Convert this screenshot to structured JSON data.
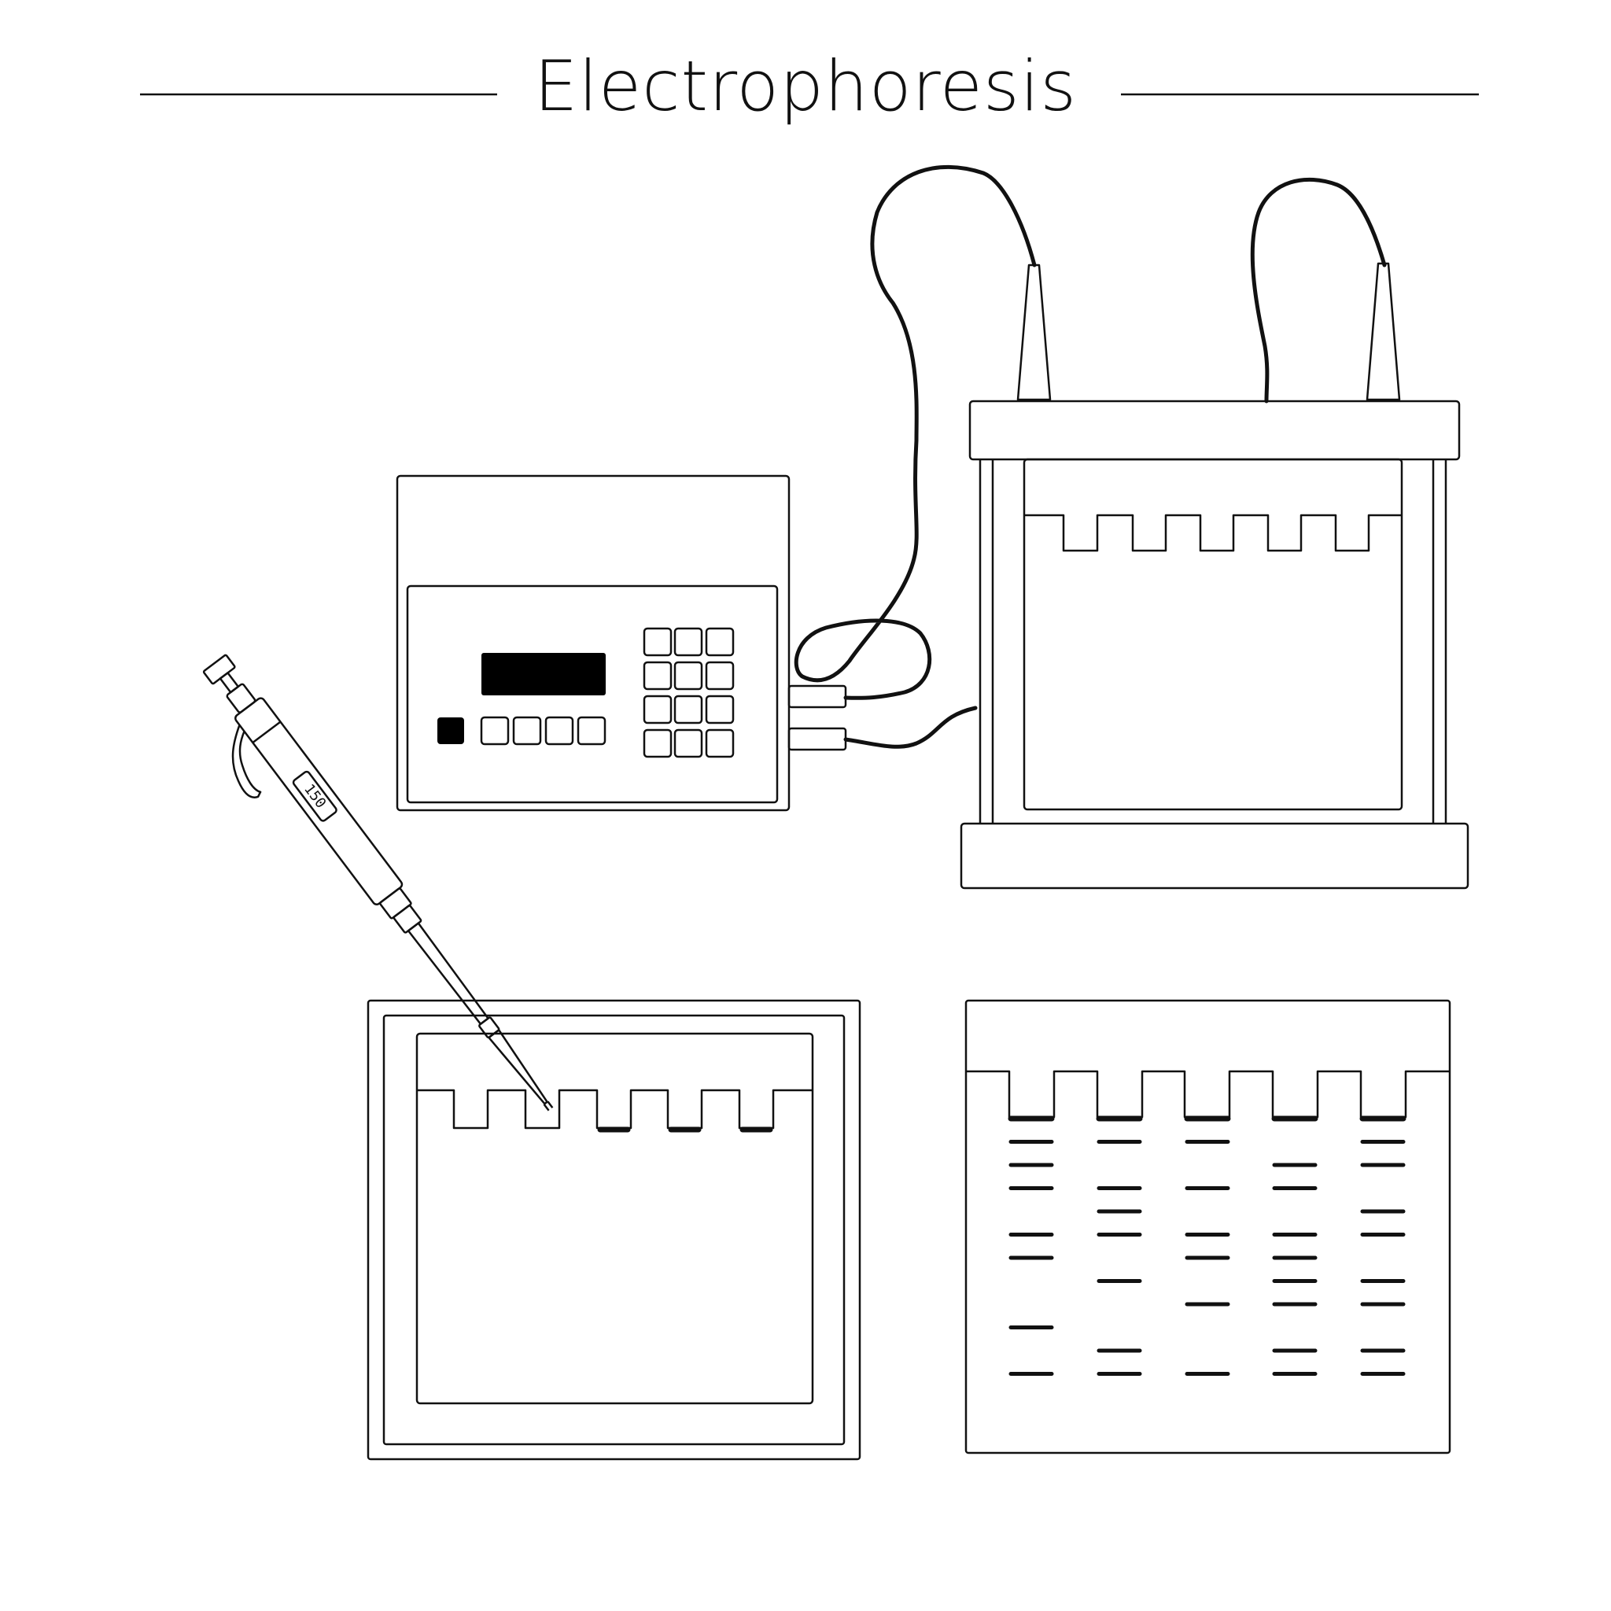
{
  "title": "Electrophoresis",
  "palette": {
    "ink": "#111111",
    "paper": "#ffffff"
  },
  "pipette": {
    "volume_display": "150"
  },
  "gel_result": {
    "lanes": 5,
    "bands_per_lane": [
      [
        1,
        2,
        3,
        4,
        6,
        7,
        10,
        12
      ],
      [
        1,
        2,
        4,
        5,
        6,
        8,
        11,
        12
      ],
      [
        1,
        2,
        4,
        6,
        7,
        9,
        12
      ],
      [
        1,
        3,
        4,
        6,
        7,
        8,
        9,
        11,
        12
      ],
      [
        1,
        2,
        3,
        5,
        6,
        8,
        9,
        11,
        12
      ]
    ]
  }
}
